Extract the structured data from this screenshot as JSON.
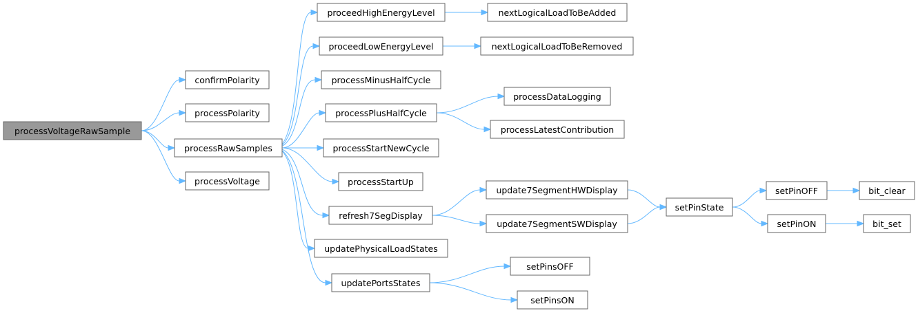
{
  "graph": {
    "nodes": [
      {
        "id": "processVoltageRawSample",
        "label": "processVoltageRawSample",
        "root": true
      },
      {
        "id": "confirmPolarity",
        "label": "confirmPolarity"
      },
      {
        "id": "processPolarity",
        "label": "processPolarity"
      },
      {
        "id": "processRawSamples",
        "label": "processRawSamples"
      },
      {
        "id": "processVoltage",
        "label": "processVoltage"
      },
      {
        "id": "proceedHighEnergyLevel",
        "label": "proceedHighEnergyLevel"
      },
      {
        "id": "proceedLowEnergyLevel",
        "label": "proceedLowEnergyLevel"
      },
      {
        "id": "processMinusHalfCycle",
        "label": "processMinusHalfCycle"
      },
      {
        "id": "processPlusHalfCycle",
        "label": "processPlusHalfCycle"
      },
      {
        "id": "processStartNewCycle",
        "label": "processStartNewCycle"
      },
      {
        "id": "processStartUp",
        "label": "processStartUp"
      },
      {
        "id": "refresh7SegDisplay",
        "label": "refresh7SegDisplay"
      },
      {
        "id": "updatePhysicalLoadStates",
        "label": "updatePhysicalLoadStates"
      },
      {
        "id": "updatePortsStates",
        "label": "updatePortsStates"
      },
      {
        "id": "nextLogicalLoadToBeAdded",
        "label": "nextLogicalLoadToBeAdded"
      },
      {
        "id": "nextLogicalLoadToBeRemoved",
        "label": "nextLogicalLoadToBeRemoved"
      },
      {
        "id": "processDataLogging",
        "label": "processDataLogging"
      },
      {
        "id": "processLatestContribution",
        "label": "processLatestContribution"
      },
      {
        "id": "update7SegmentHWDisplay",
        "label": "update7SegmentHWDisplay"
      },
      {
        "id": "update7SegmentSWDisplay",
        "label": "update7SegmentSWDisplay"
      },
      {
        "id": "setPinsOFF",
        "label": "setPinsOFF"
      },
      {
        "id": "setPinsON",
        "label": "setPinsON"
      },
      {
        "id": "setPinState",
        "label": "setPinState"
      },
      {
        "id": "setPinOFF",
        "label": "setPinOFF"
      },
      {
        "id": "setPinON",
        "label": "setPinON"
      },
      {
        "id": "bit_clear",
        "label": "bit_clear"
      },
      {
        "id": "bit_set",
        "label": "bit_set"
      }
    ],
    "edges": [
      [
        "processVoltageRawSample",
        "confirmPolarity"
      ],
      [
        "processVoltageRawSample",
        "processPolarity"
      ],
      [
        "processVoltageRawSample",
        "processRawSamples"
      ],
      [
        "processVoltageRawSample",
        "processVoltage"
      ],
      [
        "processRawSamples",
        "proceedHighEnergyLevel"
      ],
      [
        "processRawSamples",
        "proceedLowEnergyLevel"
      ],
      [
        "processRawSamples",
        "processMinusHalfCycle"
      ],
      [
        "processRawSamples",
        "processPlusHalfCycle"
      ],
      [
        "processRawSamples",
        "processStartNewCycle"
      ],
      [
        "processRawSamples",
        "processStartUp"
      ],
      [
        "processRawSamples",
        "refresh7SegDisplay"
      ],
      [
        "processRawSamples",
        "updatePhysicalLoadStates"
      ],
      [
        "processRawSamples",
        "updatePortsStates"
      ],
      [
        "proceedHighEnergyLevel",
        "nextLogicalLoadToBeAdded"
      ],
      [
        "proceedLowEnergyLevel",
        "nextLogicalLoadToBeRemoved"
      ],
      [
        "processPlusHalfCycle",
        "processDataLogging"
      ],
      [
        "processPlusHalfCycle",
        "processLatestContribution"
      ],
      [
        "refresh7SegDisplay",
        "update7SegmentHWDisplay"
      ],
      [
        "refresh7SegDisplay",
        "update7SegmentSWDisplay"
      ],
      [
        "update7SegmentHWDisplay",
        "setPinState"
      ],
      [
        "update7SegmentSWDisplay",
        "setPinState"
      ],
      [
        "updatePortsStates",
        "setPinsOFF"
      ],
      [
        "updatePortsStates",
        "setPinsON"
      ],
      [
        "setPinState",
        "setPinOFF"
      ],
      [
        "setPinState",
        "setPinON"
      ],
      [
        "setPinOFF",
        "bit_clear"
      ],
      [
        "setPinON",
        "bit_set"
      ]
    ],
    "colors": {
      "edge": "#63b8ff",
      "node_border": "#666666",
      "root_fill": "#999999",
      "node_fill": "#ffffff"
    }
  }
}
